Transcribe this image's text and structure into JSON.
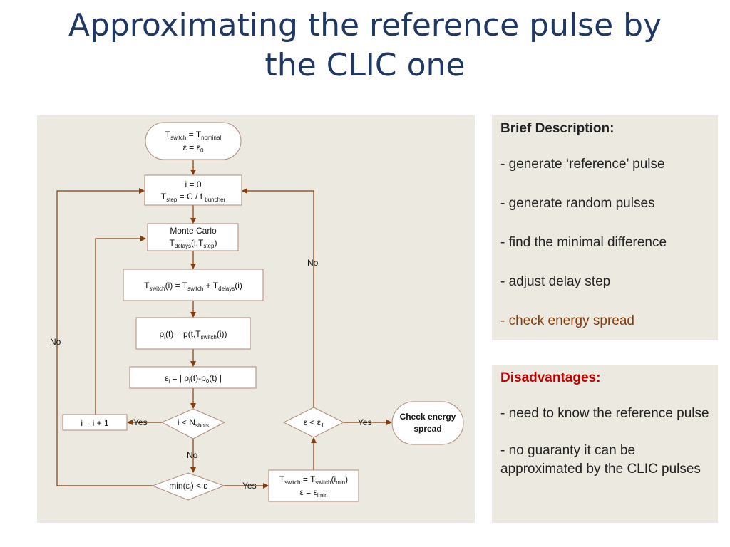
{
  "title": {
    "line1": "Approximating the reference pulse by",
    "line2": "the CLIC one"
  },
  "description": {
    "heading": "Brief Description:",
    "items": [
      "- generate ‘reference’ pulse",
      "- generate random pulses",
      "- find the minimal difference",
      "- adjust delay step",
      "- check energy spread"
    ]
  },
  "disadvantages": {
    "heading": "Disadvantages:",
    "items": [
      "- need to know the reference pulse",
      "- no guaranty it can be approximated by the CLIC pulses"
    ]
  },
  "flowchart": {
    "start": {
      "l1_a": "T",
      "l1_sub1": "switch",
      "l1_b": " = T",
      "l1_sub2": "nominal",
      "l2_a": "ε = ε",
      "l2_sub": "0"
    },
    "init": {
      "l1": "i = 0",
      "l2_a": "T",
      "l2_sub1": "step",
      "l2_b": " = C / f ",
      "l2_sub2": "buncher"
    },
    "monte": {
      "l1": "Monte Carlo",
      "l2_a": "T",
      "l2_sub": "delays",
      "l2_b": "(i,T",
      "l2_sub2": "step",
      "l2_c": ")"
    },
    "tswitch": {
      "a": "T",
      "s1": "switch",
      "b": "(i) = T",
      "s2": "switch",
      "c": " + T",
      "s3": "delays",
      "d": "(i)"
    },
    "pulse": {
      "a": "p",
      "s1": "i",
      "b": "(t) = p(t,T",
      "s2": "switch",
      "c": "(i))"
    },
    "eps": {
      "a": "ε",
      "s1": "i",
      "b": " = | p",
      "s2": "i",
      "c": "(t)-p",
      "s3": "0",
      "d": "(t) |"
    },
    "incr": {
      "text": "i = i + 1"
    },
    "cond_n": {
      "a": "i < N",
      "s1": "shots"
    },
    "cond_min": {
      "a": "min(ε",
      "s1": "i",
      "b": ") < ε"
    },
    "cond_e1": {
      "a": "ε < ε",
      "s1": "1"
    },
    "update": {
      "l1_a": "T",
      "l1_s1": "switch",
      "l1_b": " = T",
      "l1_s2": "switch",
      "l1_c": "(i",
      "l1_s3": "min",
      "l1_d": ")",
      "l2_a": "ε = ε",
      "l2_s": "imin"
    },
    "check": {
      "l1": "Check energy",
      "l2": "spread"
    },
    "labels": {
      "yes1": "Yes",
      "no_down": "No",
      "yes2": "Yes",
      "yes3": "Yes",
      "no_left": "No",
      "no_right": "No"
    }
  },
  "colors": {
    "title": "#1f3864",
    "panel": "#ece9e0",
    "arrow": "#843c0c",
    "box_border": "#b08a7a",
    "disadv_heading": "#c00000",
    "last_desc_item": "#843c0c"
  }
}
